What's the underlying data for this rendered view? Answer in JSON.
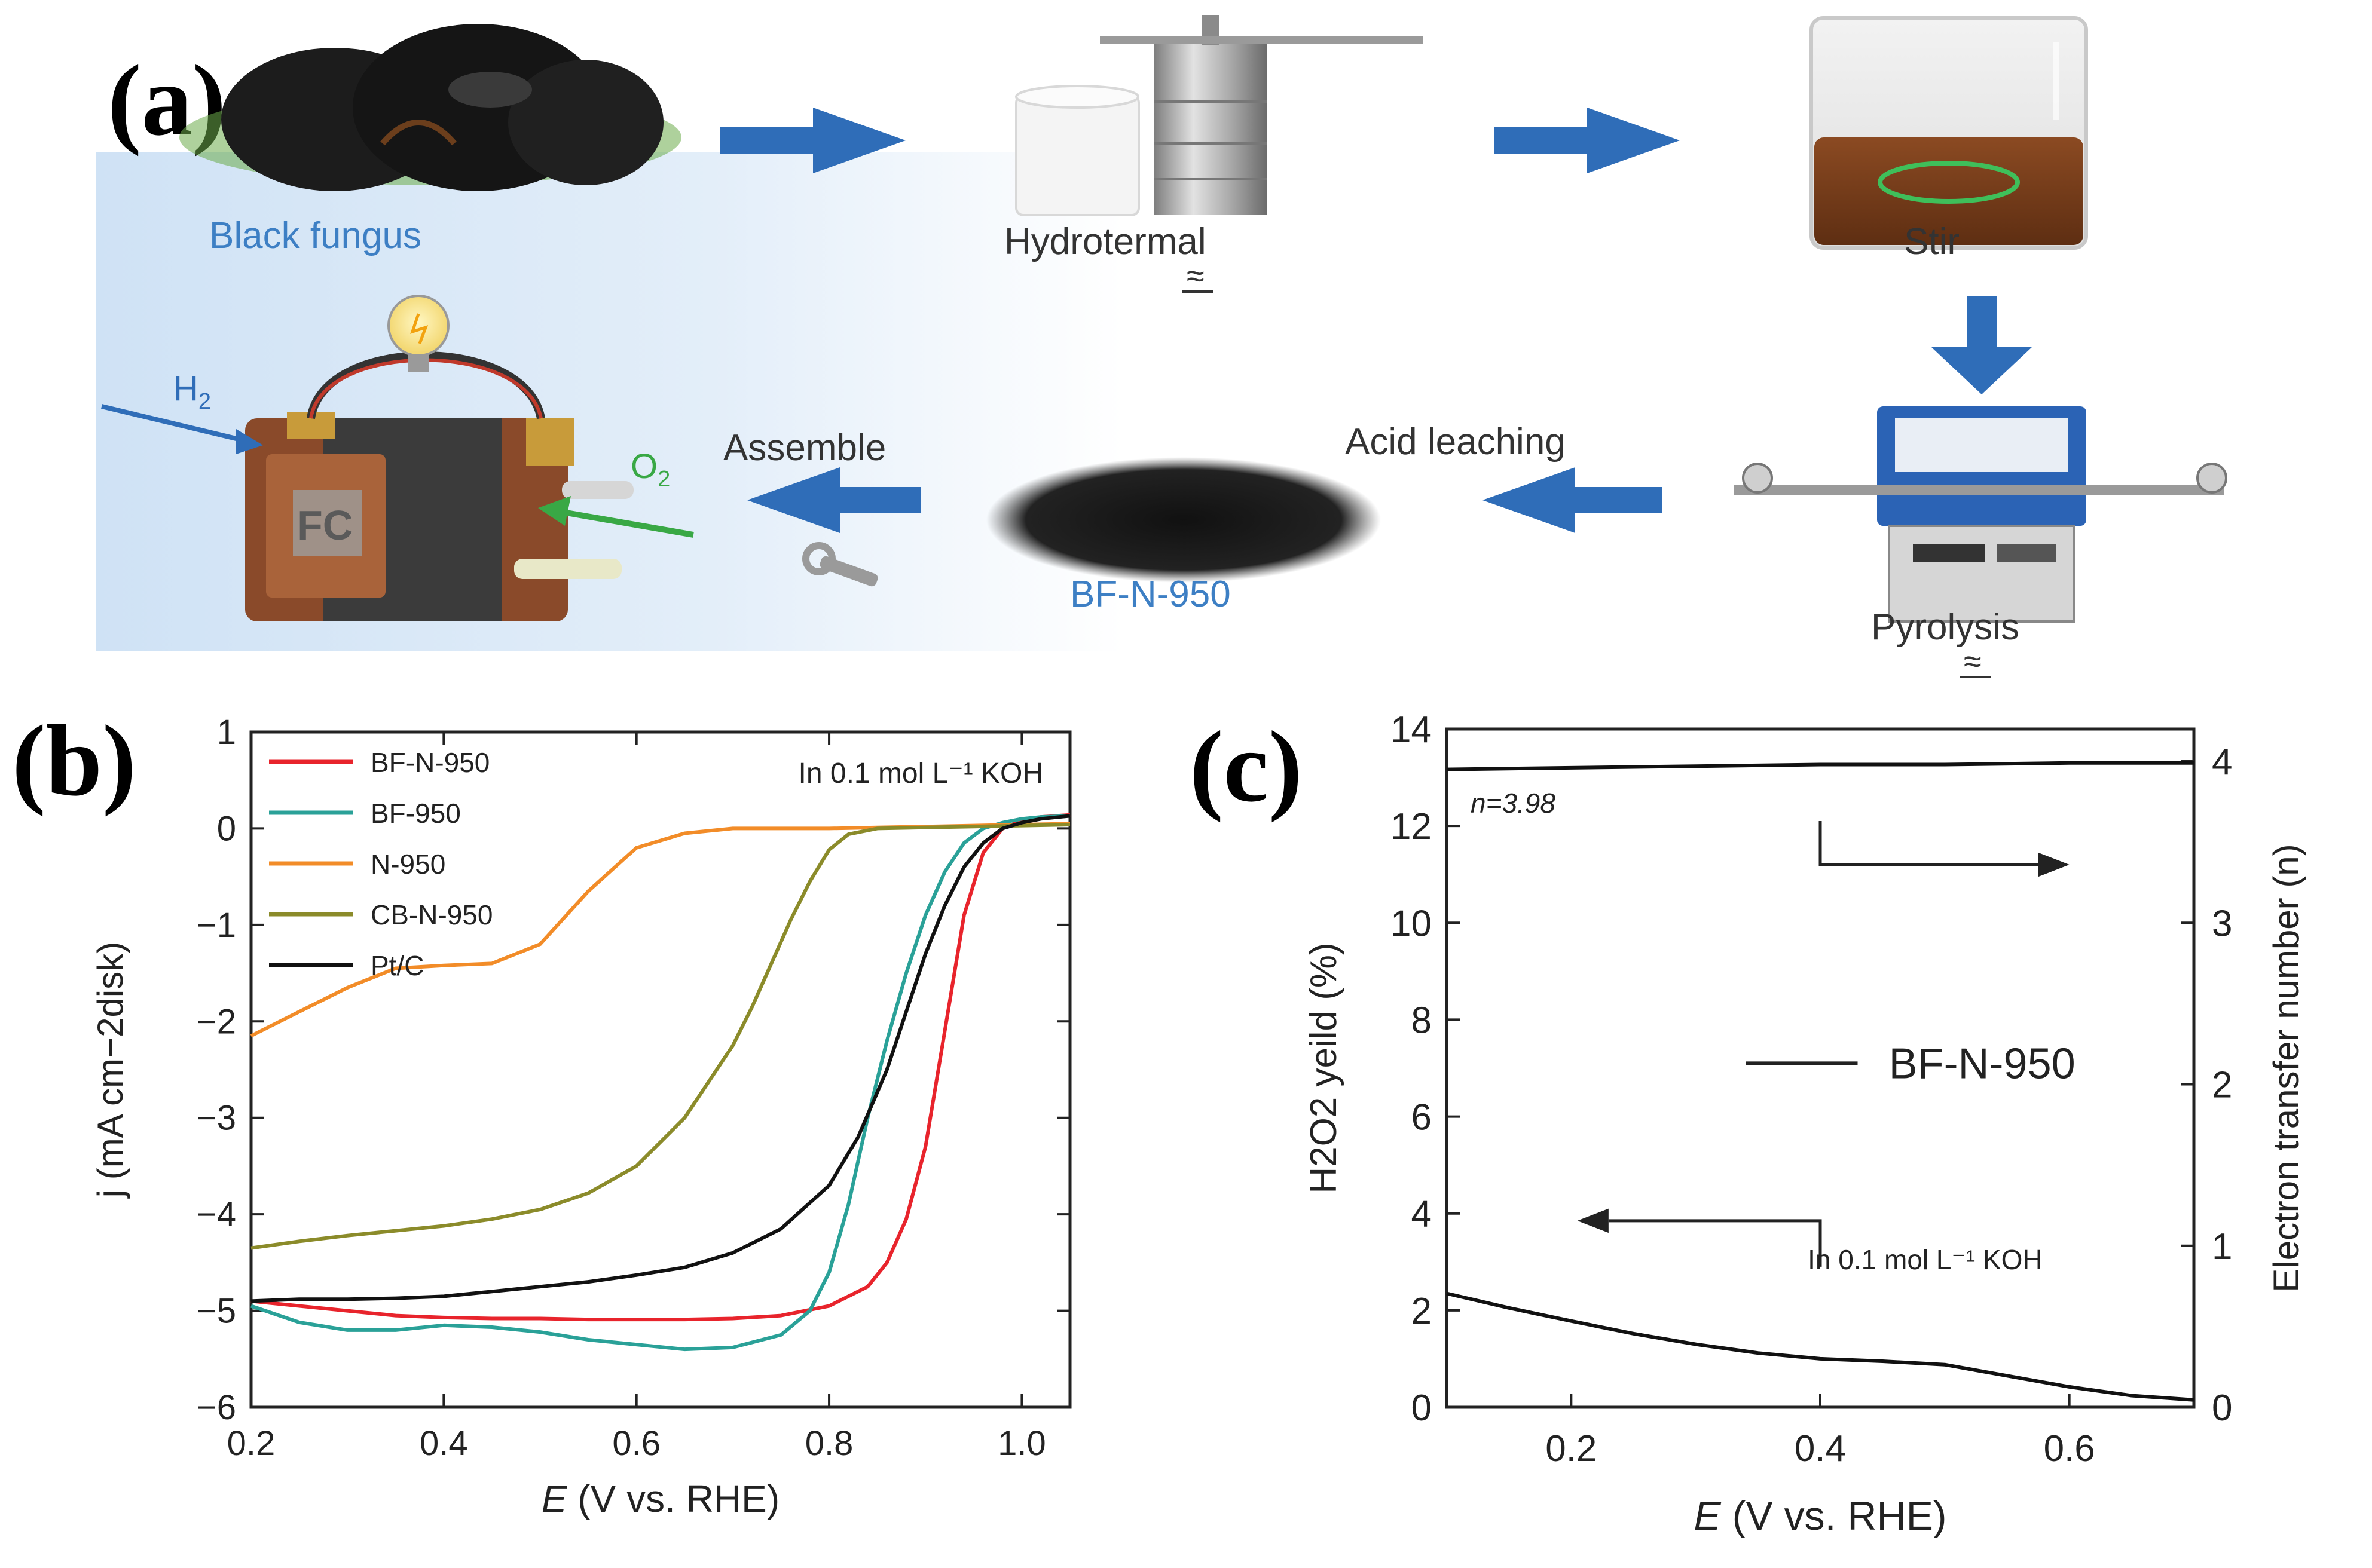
{
  "panel_a": {
    "letter": "(a)",
    "steps": {
      "black_fungus": "Black fungus",
      "hydrothermal": "Hydrotermal",
      "hydrothermal_mark": "≈",
      "stir": "Stir",
      "pyrolysis": "Pyrolysis",
      "pyrolysis_mark": "≈",
      "acid_leaching": "Acid leaching",
      "product": "BF-N-950",
      "assemble": "Assemble",
      "fuel_cell": "FC",
      "h2": "H",
      "h2_sub": "2",
      "o2": "O",
      "o2_sub": "2"
    },
    "colors": {
      "arrow": "#2f6db8",
      "step_blue_text": "#3d7fc4",
      "o2_green": "#39a845",
      "slurry": "#7a3f1c",
      "fc_brown": "#8a4a2a",
      "background_tint": "#dbe9f7"
    }
  },
  "panel_b": {
    "letter": "(b)"
  },
  "panel_c": {
    "letter": "(c)"
  },
  "chart_data": [
    {
      "panel": "(b)",
      "type": "line",
      "xlabel_main": "E",
      "xlabel_unit": " (V vs. RHE)",
      "ylabel": "j (mA cm−2disk)",
      "xlim": [
        0.2,
        1.05
      ],
      "ylim": [
        -6,
        1
      ],
      "xticks": [
        0.2,
        0.4,
        0.6,
        0.8,
        1.0
      ],
      "xtick_labels": [
        "0.2",
        "0.4",
        "0.6",
        "0.8",
        "1.0"
      ],
      "yticks": [
        1,
        0,
        -1,
        -2,
        -3,
        -4,
        -5,
        -6
      ],
      "ytick_labels": [
        "1",
        "0",
        "−1",
        "−2",
        "−3",
        "−4",
        "−5",
        "−6"
      ],
      "annotation": "In 0.1 mol L⁻¹ KOH",
      "legend_position": "top-left",
      "series": [
        {
          "name": "BF-N-950",
          "color": "#e8242c",
          "x": [
            0.2,
            0.25,
            0.3,
            0.35,
            0.4,
            0.45,
            0.5,
            0.55,
            0.6,
            0.65,
            0.7,
            0.75,
            0.8,
            0.84,
            0.86,
            0.88,
            0.9,
            0.92,
            0.94,
            0.96,
            0.98,
            1.0,
            1.02,
            1.05
          ],
          "y": [
            -4.9,
            -4.95,
            -5.0,
            -5.05,
            -5.07,
            -5.08,
            -5.08,
            -5.09,
            -5.09,
            -5.09,
            -5.08,
            -5.05,
            -4.95,
            -4.75,
            -4.5,
            -4.05,
            -3.3,
            -2.1,
            -0.9,
            -0.25,
            0.0,
            0.08,
            0.12,
            0.14
          ]
        },
        {
          "name": "BF-950",
          "color": "#2aa198",
          "x": [
            0.2,
            0.25,
            0.3,
            0.35,
            0.4,
            0.45,
            0.5,
            0.55,
            0.6,
            0.65,
            0.7,
            0.75,
            0.78,
            0.8,
            0.82,
            0.84,
            0.86,
            0.88,
            0.9,
            0.92,
            0.94,
            0.96,
            0.98,
            1.0,
            1.02,
            1.05
          ],
          "y": [
            -4.95,
            -5.12,
            -5.2,
            -5.2,
            -5.15,
            -5.17,
            -5.22,
            -5.3,
            -5.35,
            -5.4,
            -5.38,
            -5.25,
            -5.0,
            -4.6,
            -3.9,
            -3.0,
            -2.2,
            -1.5,
            -0.9,
            -0.45,
            -0.15,
            0.0,
            0.06,
            0.1,
            0.12,
            0.13
          ]
        },
        {
          "name": "N-950",
          "color": "#f28c28",
          "x": [
            0.2,
            0.25,
            0.3,
            0.35,
            0.4,
            0.45,
            0.5,
            0.55,
            0.6,
            0.65,
            0.7,
            0.75,
            0.8,
            0.85,
            0.9,
            0.95,
            1.0,
            1.05
          ],
          "y": [
            -2.15,
            -1.9,
            -1.65,
            -1.45,
            -1.42,
            -1.4,
            -1.2,
            -0.65,
            -0.2,
            -0.05,
            0.0,
            0.0,
            0.0,
            0.01,
            0.02,
            0.03,
            0.04,
            0.05
          ]
        },
        {
          "name": "CB-N-950",
          "color": "#8b8b2a",
          "x": [
            0.2,
            0.25,
            0.3,
            0.35,
            0.4,
            0.45,
            0.5,
            0.55,
            0.6,
            0.65,
            0.7,
            0.72,
            0.74,
            0.76,
            0.78,
            0.8,
            0.82,
            0.85,
            0.9,
            0.95,
            1.0,
            1.05
          ],
          "y": [
            -4.35,
            -4.28,
            -4.22,
            -4.17,
            -4.12,
            -4.05,
            -3.95,
            -3.78,
            -3.5,
            -3.0,
            -2.25,
            -1.85,
            -1.4,
            -0.95,
            -0.55,
            -0.22,
            -0.06,
            0.0,
            0.01,
            0.02,
            0.03,
            0.04
          ]
        },
        {
          "name": "Pt/C",
          "color": "#111111",
          "x": [
            0.2,
            0.25,
            0.3,
            0.35,
            0.4,
            0.45,
            0.5,
            0.55,
            0.6,
            0.65,
            0.7,
            0.75,
            0.8,
            0.83,
            0.86,
            0.88,
            0.9,
            0.92,
            0.94,
            0.96,
            0.98,
            1.0,
            1.02,
            1.05
          ],
          "y": [
            -4.9,
            -4.88,
            -4.88,
            -4.87,
            -4.85,
            -4.8,
            -4.75,
            -4.7,
            -4.63,
            -4.55,
            -4.4,
            -4.15,
            -3.7,
            -3.2,
            -2.5,
            -1.9,
            -1.3,
            -0.8,
            -0.4,
            -0.15,
            0.0,
            0.06,
            0.1,
            0.13
          ]
        }
      ]
    },
    {
      "panel": "(c)",
      "type": "line",
      "xlabel_main": "E",
      "xlabel_unit": " (V vs. RHE)",
      "ylabel": "H2O2 yeild (%)",
      "ylabel_right": "Electron transfer number (n)",
      "xlim": [
        0.1,
        0.7
      ],
      "ylim": [
        0,
        14
      ],
      "ylim_right": [
        0,
        4.2
      ],
      "xticks": [
        0.2,
        0.4,
        0.6
      ],
      "xtick_labels": [
        "0.2",
        "0.4",
        "0.6"
      ],
      "yticks": [
        0,
        2,
        4,
        6,
        8,
        10,
        12,
        14
      ],
      "ytick_labels": [
        "0",
        "2",
        "4",
        "6",
        "8",
        "10",
        "12",
        "14"
      ],
      "yticks_right": [
        0,
        1,
        2,
        3,
        4
      ],
      "ytick_labels_right": [
        "0",
        "1",
        "2",
        "3",
        "4"
      ],
      "annotation_n": "n=3.98",
      "annotation_kOH": "In 0.1 mol L⁻¹ KOH",
      "legend": "BF-N-950",
      "series": [
        {
          "name": "H2O2 yield",
          "axis": "left",
          "color": "#111111",
          "x": [
            0.1,
            0.15,
            0.2,
            0.25,
            0.3,
            0.35,
            0.4,
            0.45,
            0.5,
            0.55,
            0.6,
            0.65,
            0.7
          ],
          "y": [
            2.35,
            2.05,
            1.78,
            1.52,
            1.3,
            1.12,
            1.0,
            0.95,
            0.88,
            0.65,
            0.42,
            0.24,
            0.15
          ]
        },
        {
          "name": "Electron transfer number",
          "axis": "right",
          "color": "#111111",
          "x": [
            0.1,
            0.2,
            0.3,
            0.4,
            0.5,
            0.6,
            0.7
          ],
          "y": [
            3.95,
            3.96,
            3.97,
            3.98,
            3.98,
            3.99,
            3.99
          ]
        }
      ]
    }
  ]
}
